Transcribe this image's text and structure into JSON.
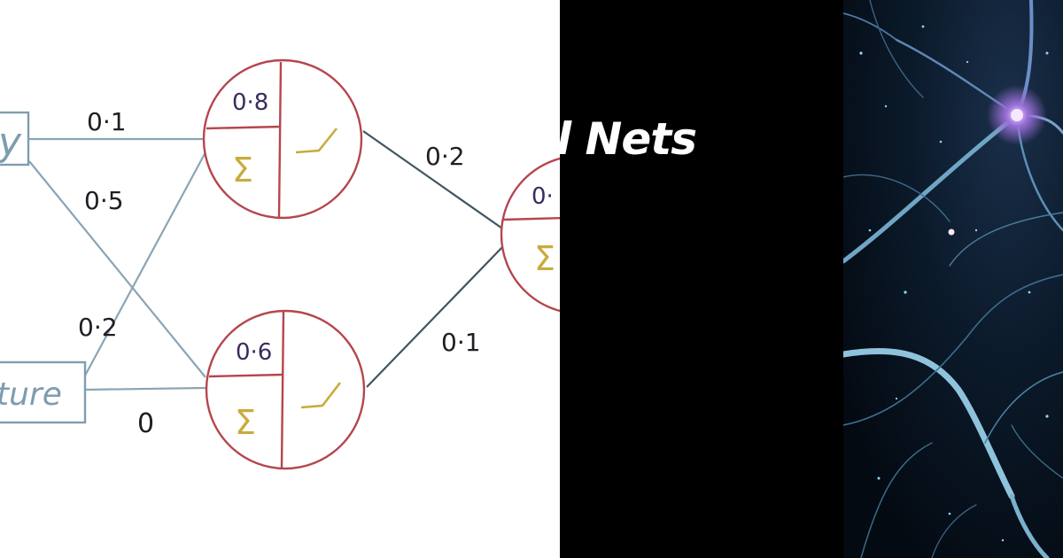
{
  "title_fragment": "l Nets",
  "diagram": {
    "inputs": [
      {
        "label": "y"
      },
      {
        "label": "ture"
      }
    ],
    "weights": {
      "in1_to_h1": "0·1",
      "in1_to_h2": "0·5",
      "in2_to_h1": "0·2",
      "in2_to_h2": "0",
      "h1_to_out": "0·2",
      "h2_to_out": "0·1"
    },
    "hidden": [
      {
        "bias": "0·8",
        "sum_symbol": "Σ"
      },
      {
        "bias": "0·6",
        "sum_symbol": "Σ"
      }
    ],
    "output": {
      "bias": "0·",
      "sum_symbol": "Σ"
    }
  },
  "colors": {
    "node_stroke": "#b5464e",
    "input_stroke": "#7e9dae",
    "edge_left": "#8aa5b5",
    "edge_right": "#3f5660",
    "sigma": "#c9ab3c",
    "bias_text": "#3b2c5c",
    "weight_text": "#1e1e24"
  }
}
